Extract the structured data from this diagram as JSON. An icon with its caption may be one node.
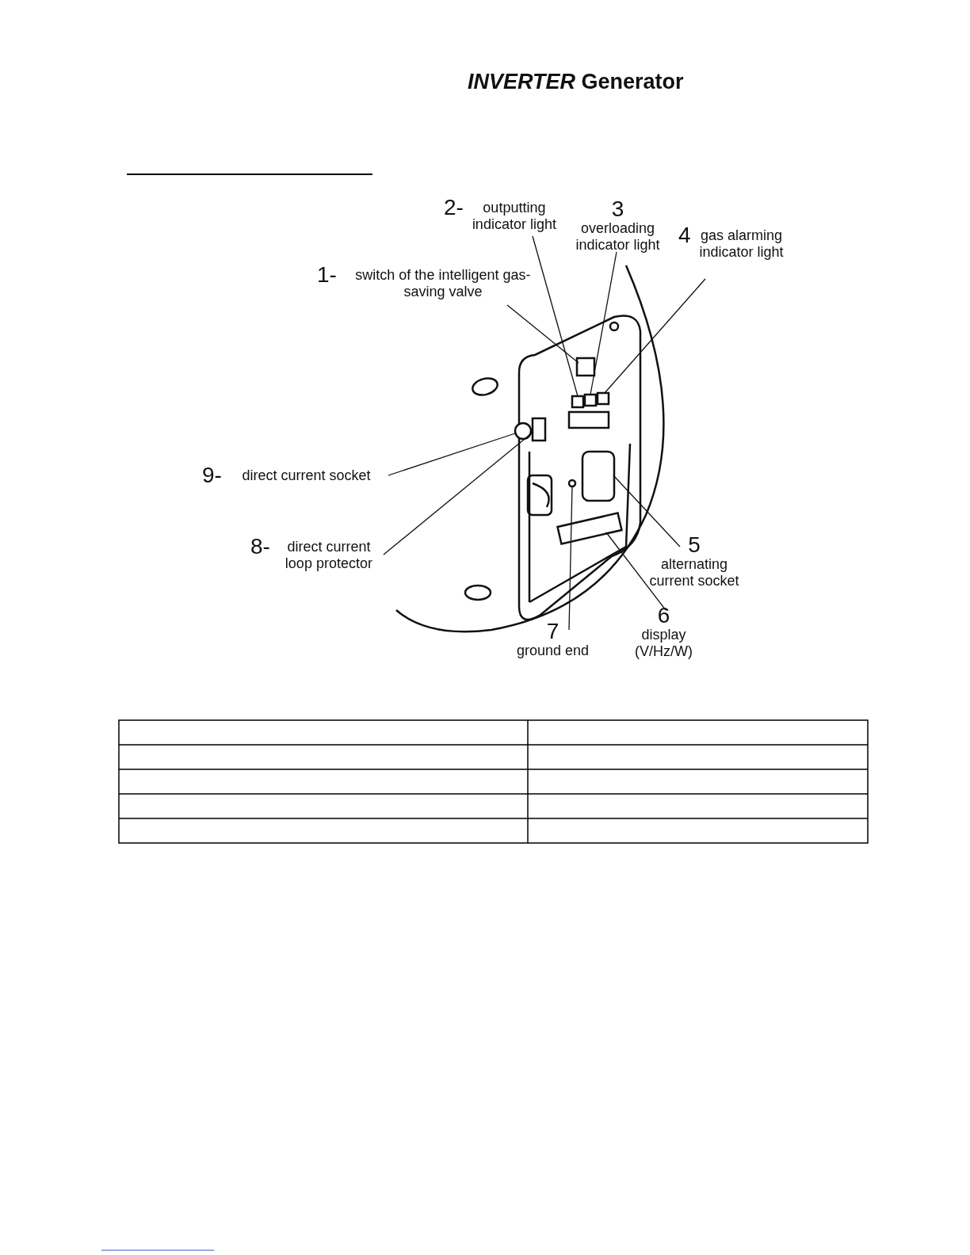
{
  "diagram": {
    "title": "*INVERTER* Generator",
    "nodes": [
      {
        "text": [
          "2-",
          "outputting indicator light"
        ]
      },
      {
        "text": [
          "3",
          "overloading indicator light"
        ]
      },
      {
        "text": [
          "4",
          "gas alarming indicator light"
        ]
      },
      {
        "text": [
          "1-",
          "switch of the intelligent gas-saving valve"
        ]
      },
      {
        "text": [
          "9-",
          "direct current socket"
        ]
      },
      {
        "text": [
          "8-",
          "direct current loop protector"
        ]
      },
      {
        "text": [
          "5",
          "alternating current socket"
        ]
      },
      {
        "text": [
          "7",
          "ground end"
        ]
      },
      {
        "text": [
          "6",
          "display (V/Hz/W)"
        ]
      },
      {
        "text": [],
        "shape": "box"
      },
      {
        "text": [],
        "shape": "box"
      },
      {
        "text": [],
        "shape": "box"
      },
      {
        "text": [],
        "shape": "box"
      },
      {
        "text": [],
        "shape": "circle"
      },
      {
        "text": [],
        "shape": "box"
      },
      {
        "text": [],
        "shape": "box"
      },
      {
        "text": [],
        "shape": "circle"
      },
      {
        "text": [],
        "shape": "box"
      }
    ],
    "edges": [
      {
        "from": 3,
        "to": 9,
        "arrow": "none"
      },
      {
        "from": 0,
        "to": 10,
        "arrow": "none"
      },
      {
        "from": 1,
        "to": 11,
        "arrow": "none"
      },
      {
        "from": 2,
        "to": 12,
        "arrow": "none"
      },
      {
        "from": 4,
        "to": 13,
        "arrow": "none"
      },
      {
        "from": 5,
        "to": 14,
        "arrow": "none"
      },
      {
        "from": 6,
        "to": 15,
        "arrow": "none"
      },
      {
        "from": 7,
        "to": 16,
        "arrow": "none"
      },
      {
        "from": 8,
        "to": 17,
        "arrow": "none"
      }
    ]
  }
}
